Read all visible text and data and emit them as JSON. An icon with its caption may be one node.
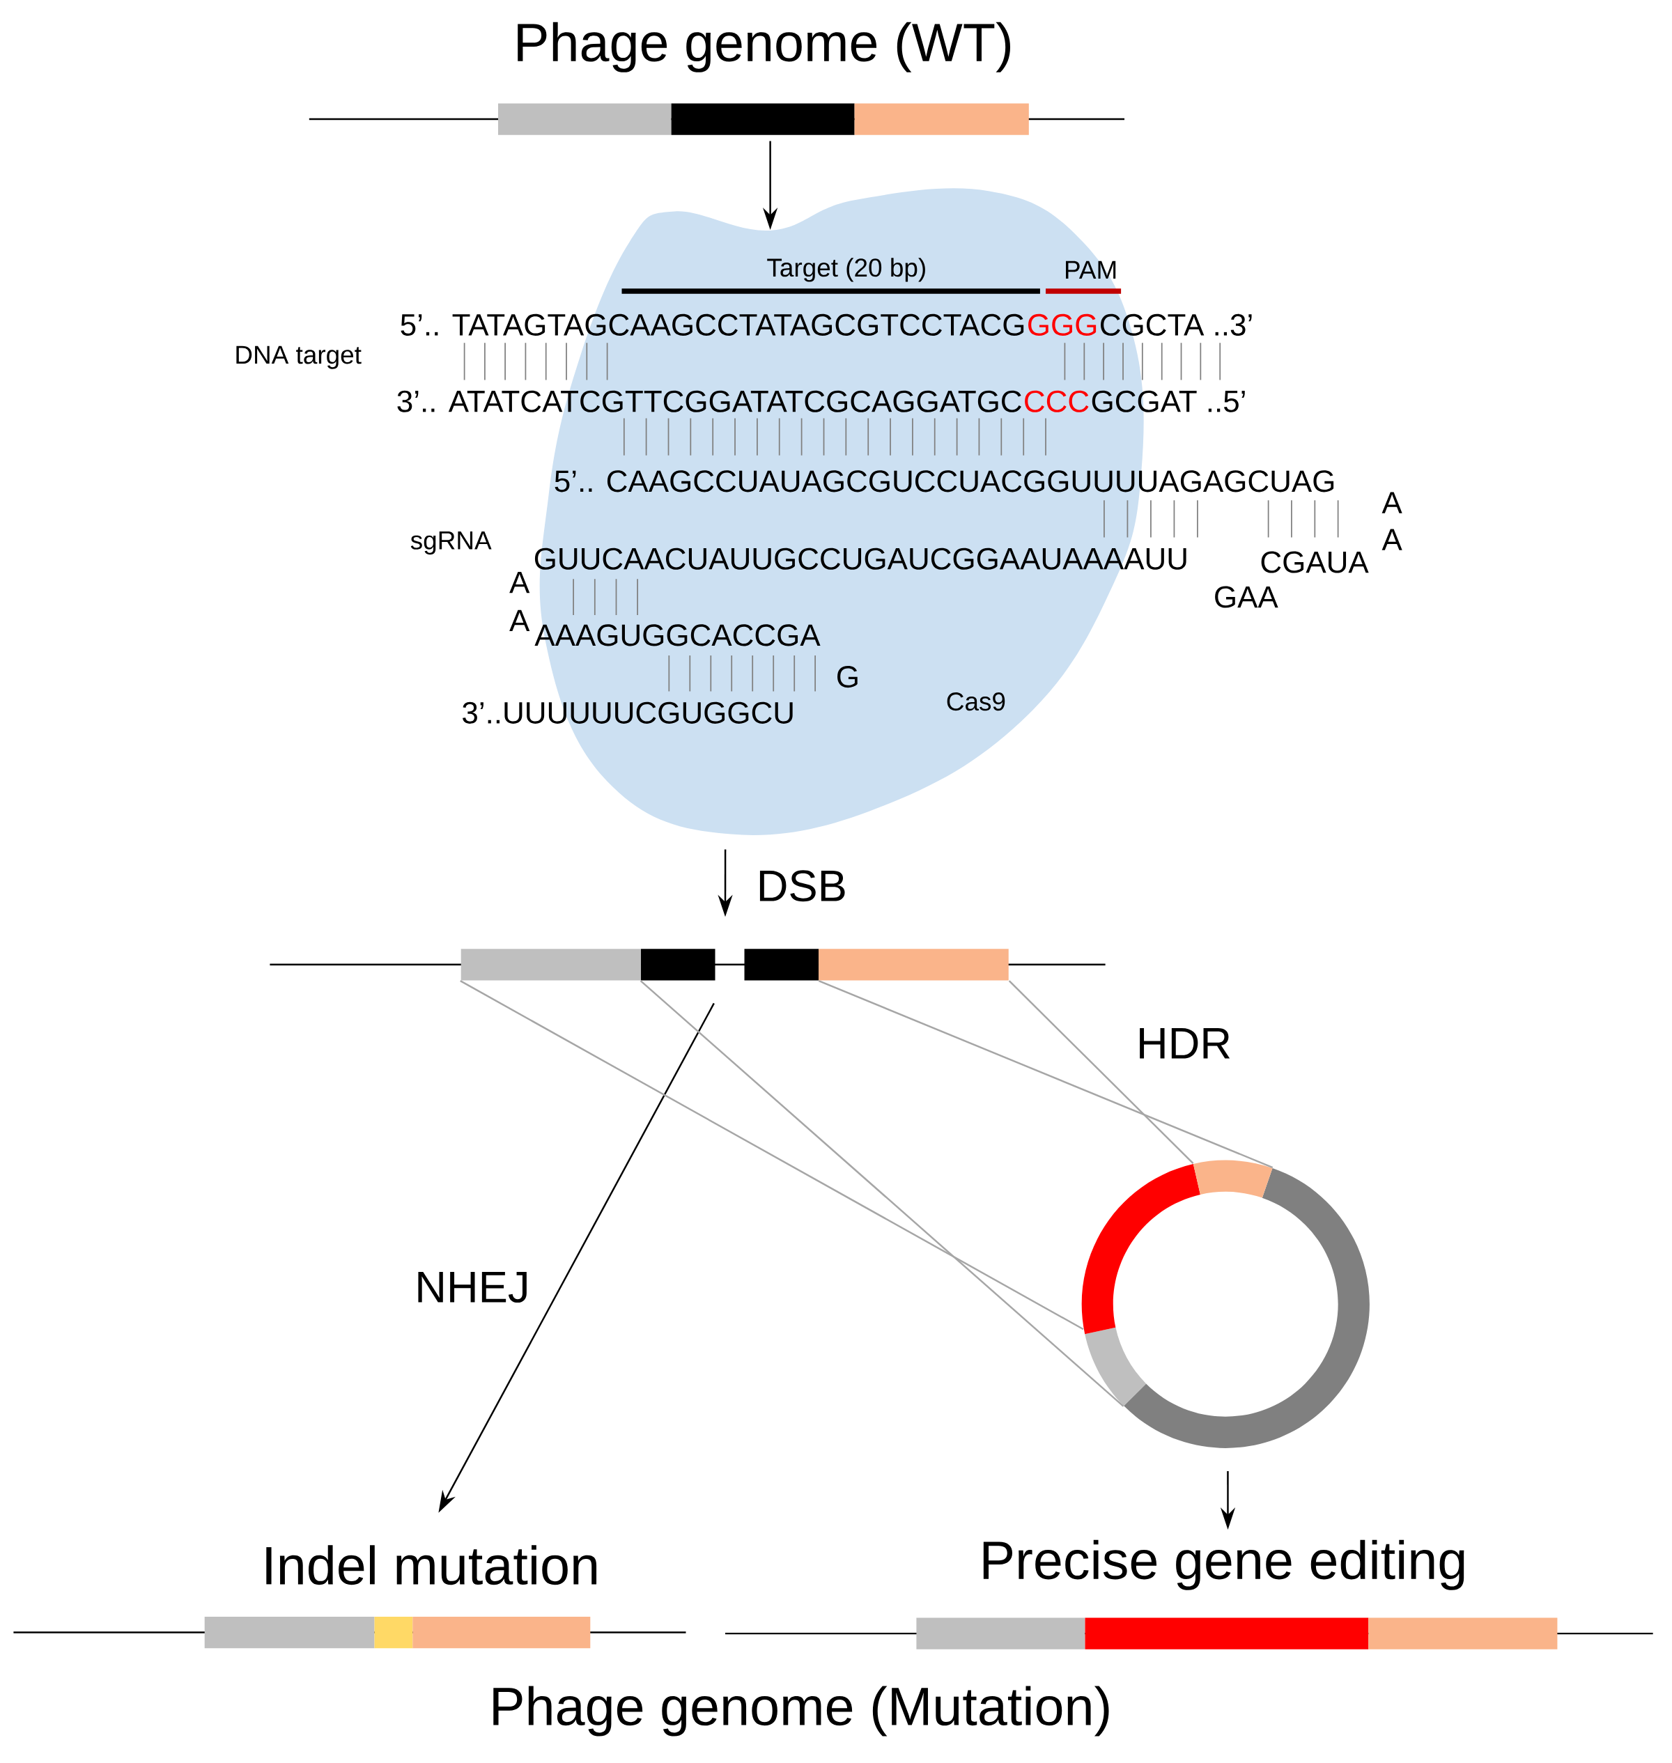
{
  "diagram": {
    "nodes": [
      {
        "text": [
          "Phage genome (WT)"
        ]
      },
      {
        "text": [
          "Cas9"
        ]
      },
      {
        "text": [],
        "shape": "bar"
      },
      {
        "text": [],
        "shape": "circle"
      },
      {
        "text": [
          "Indel mutation"
        ]
      },
      {
        "text": [
          "Precise gene editing"
        ]
      }
    ],
    "edges": [
      {
        "from": 0,
        "to": 1,
        "arrow": "to"
      },
      {
        "from": 1,
        "to": 2,
        "arrow": "to",
        "label": "DSB"
      },
      {
        "from": 2,
        "to": 4,
        "arrow": "to",
        "label": "NHEJ"
      },
      {
        "from": 2,
        "to": 3,
        "arrow": "none",
        "color": "#a6a6a6"
      },
      {
        "from": 2,
        "to": 3,
        "arrow": "none",
        "color": "#a6a6a6"
      },
      {
        "from": 2,
        "to": 3,
        "arrow": "none",
        "color": "#a6a6a6"
      },
      {
        "from": 2,
        "to": 3,
        "arrow": "none",
        "color": "#a6a6a6"
      },
      {
        "from": 3,
        "to": 5,
        "arrow": "to"
      }
    ],
    "labels": [
      "Target (20 bp)",
      "PAM",
      "DNA target",
      "5’.. TATAGTAGCAAGCCTATAGCGTCCTACG",
      "GGG",
      "CGCTA ..3’",
      "3’.. ATATCATCGTTCGGATATCGCAGGATGC",
      "CCC",
      "GCGAT ..5’",
      "5’.. CAAGCCUAUAGCGUCCUACGGUUUUAGAGCUAG",
      "A",
      "sgRNA",
      "A",
      "GUUCAACUAUUGCCUGAUCGGAAUAAAAUU",
      "CGAUA",
      "A",
      "GAA",
      "A",
      "AAAGUGGCACCGA",
      "G",
      "3’..UUUUUUCGUGGCU",
      "HDR",
      "Phage genome (Mutation)"
    ]
  }
}
